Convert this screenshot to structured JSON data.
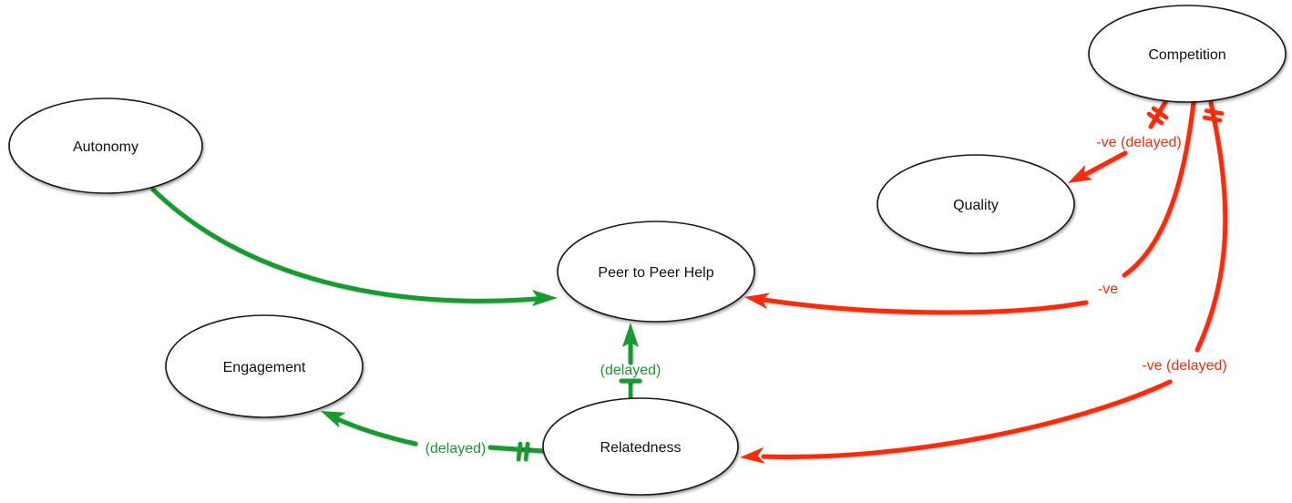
{
  "diagram": {
    "type": "causal-loop-diagram",
    "background_color": "#ffffff",
    "colors": {
      "positive_link": "#169b2e",
      "negative_link": "#f92b0b",
      "node_fill": "#ffffff",
      "node_stroke": "#1b1b1b"
    },
    "nodes": [
      {
        "id": "autonomy",
        "label": "Autonomy"
      },
      {
        "id": "competition",
        "label": "Competition"
      },
      {
        "id": "quality",
        "label": "Quality"
      },
      {
        "id": "peer-to-peer-help",
        "label": "Peer to Peer Help"
      },
      {
        "id": "engagement",
        "label": "Engagement"
      },
      {
        "id": "relatedness",
        "label": "Relatedness"
      }
    ],
    "edges": [
      {
        "from": "Autonomy",
        "to": "Peer to Peer Help",
        "polarity": "positive",
        "label": "",
        "delay_mark": false
      },
      {
        "from": "Competition",
        "to": "Quality",
        "polarity": "negative",
        "label": "-ve (delayed)",
        "delay_mark": true
      },
      {
        "from": "Competition",
        "to": "Peer to Peer Help",
        "polarity": "negative",
        "label": "-ve",
        "delay_mark": false
      },
      {
        "from": "Competition",
        "to": "Relatedness",
        "polarity": "negative",
        "label": "-ve (delayed)",
        "delay_mark": true
      },
      {
        "from": "Relatedness",
        "to": "Peer to Peer Help",
        "polarity": "positive",
        "label": "(delayed)",
        "delay_mark": true
      },
      {
        "from": "Relatedness",
        "to": "Engagement",
        "polarity": "positive",
        "label": "(delayed)",
        "delay_mark": true
      }
    ]
  }
}
